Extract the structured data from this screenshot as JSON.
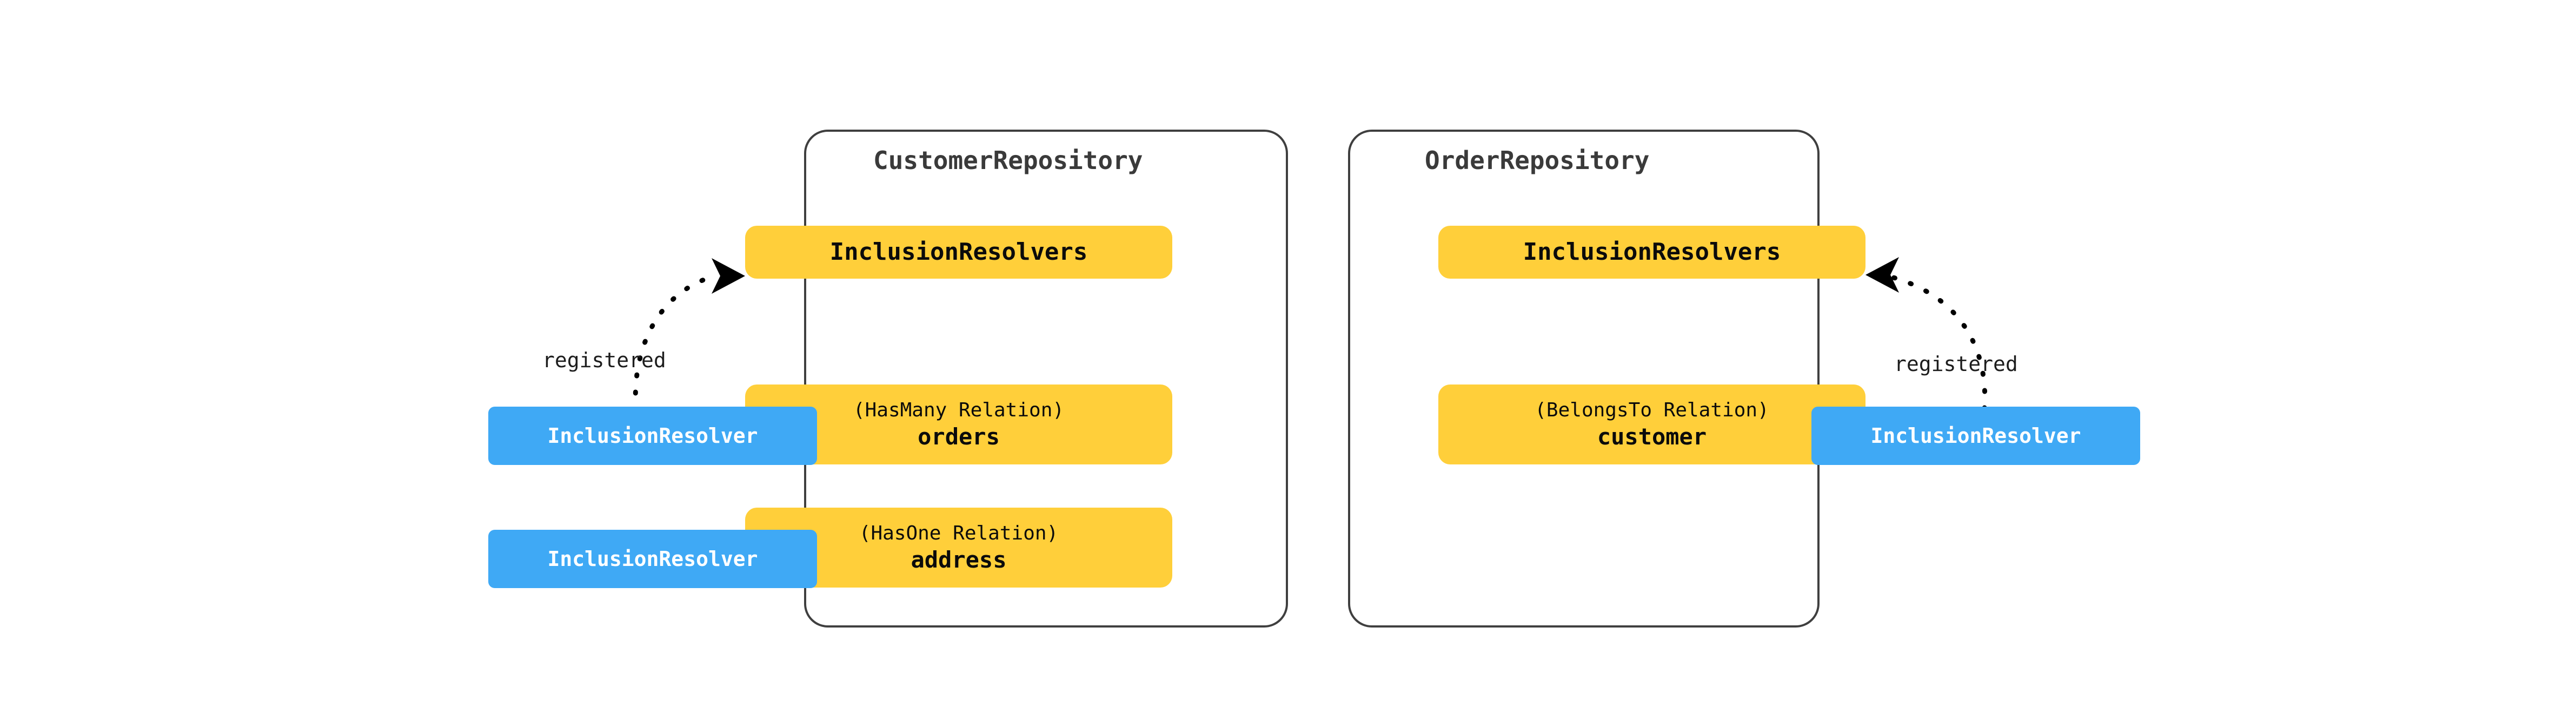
{
  "diagram": {
    "type": "relationship-resolver-diagram",
    "background_color": "#ffffff",
    "palette": {
      "member_box": "#ffcf3a",
      "resolver_chip": "#3fa9f5",
      "container_stroke": "#3f3f3f",
      "text_dark": "#0b0b0b",
      "title_gray": "#3a3a3a",
      "chip_text": "#ffffff",
      "connector": "#000000"
    }
  },
  "repositories": [
    {
      "id": "customer-repository",
      "title": "CustomerRepository",
      "members": [
        {
          "id": "customer-inclusion-resolvers",
          "kind": "registry",
          "title": "InclusionResolvers"
        },
        {
          "id": "customer-hasmany-orders",
          "kind": "relation",
          "relation_type": "(HasMany Relation)",
          "relation_name": "orders"
        },
        {
          "id": "customer-hasone-address",
          "kind": "relation",
          "relation_type": "(HasOne Relation)",
          "relation_name": "address"
        }
      ]
    },
    {
      "id": "order-repository",
      "title": "OrderRepository",
      "members": [
        {
          "id": "order-inclusion-resolvers",
          "kind": "registry",
          "title": "InclusionResolvers"
        },
        {
          "id": "order-belongsto-customer",
          "kind": "relation",
          "relation_type": "(BelongsTo Relation)",
          "relation_name": "customer"
        }
      ]
    }
  ],
  "resolvers": [
    {
      "id": "resolver-orders",
      "label": "InclusionResolver"
    },
    {
      "id": "resolver-address",
      "label": "InclusionResolver"
    },
    {
      "id": "resolver-customer",
      "label": "InclusionResolver"
    }
  ],
  "connectors": [
    {
      "id": "registered-left",
      "label": "registered",
      "from": "resolver-orders",
      "to": "customer-inclusion-resolvers",
      "style": "dotted",
      "arrowhead": "filled-triangle",
      "direction": "right"
    },
    {
      "id": "registered-right",
      "label": "registered",
      "from": "resolver-customer",
      "to": "order-inclusion-resolvers",
      "style": "dotted",
      "arrowhead": "filled-triangle",
      "direction": "left"
    }
  ]
}
